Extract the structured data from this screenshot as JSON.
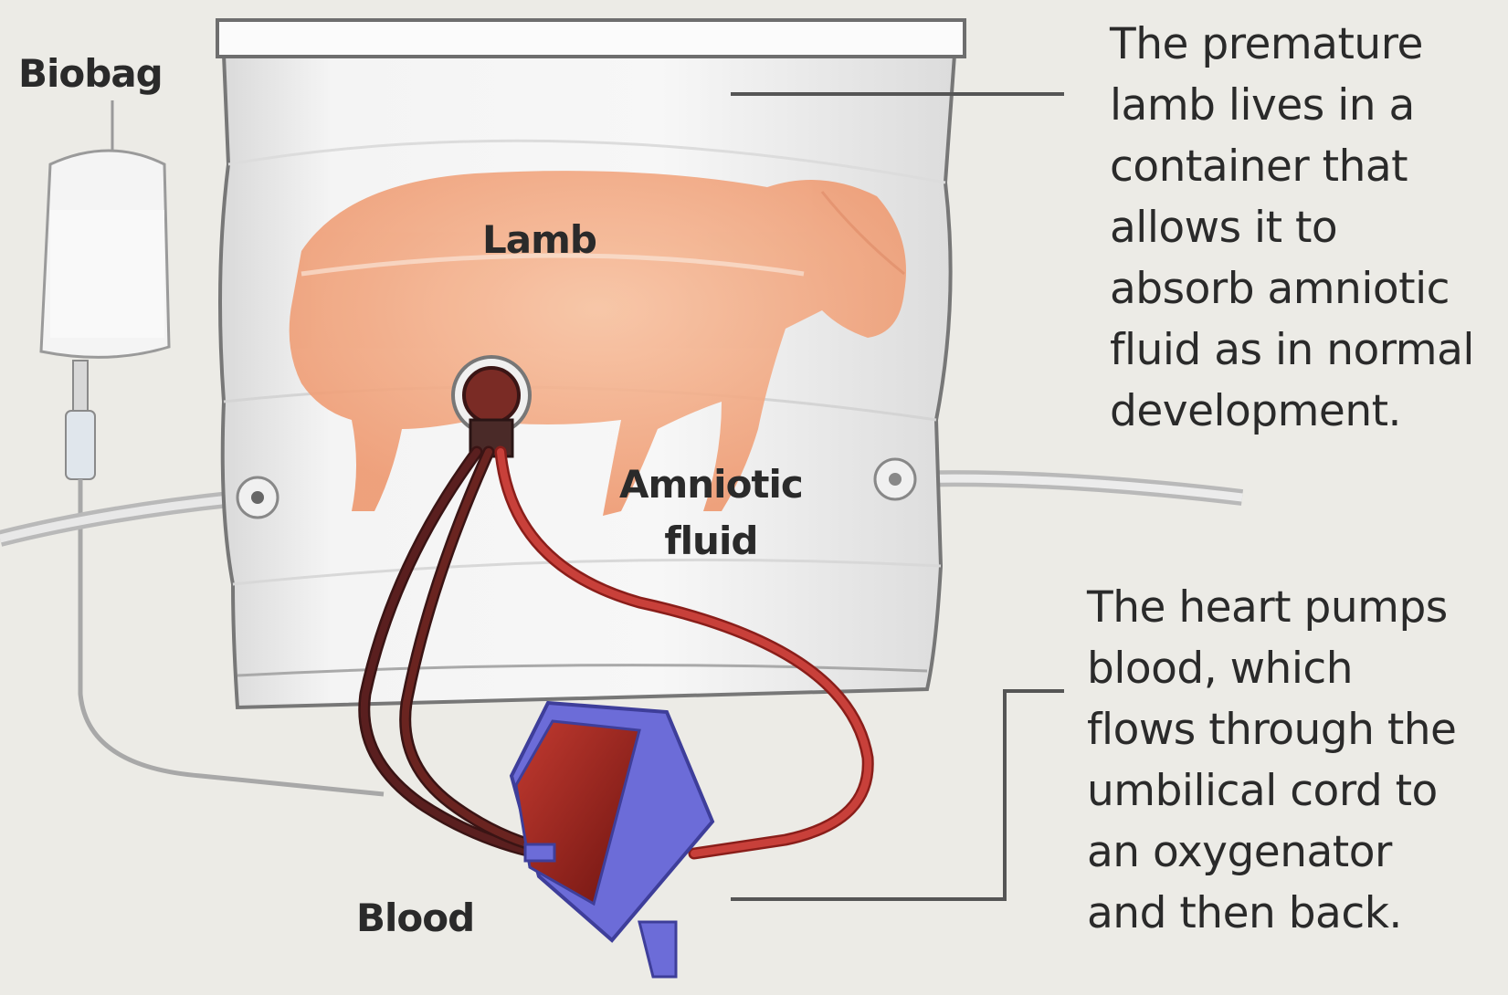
{
  "labels": {
    "biobag": "Biobag",
    "lamb": "Lamb",
    "amniotic_line1": "Amniotic",
    "amniotic_line2": "fluid",
    "blood": "Blood"
  },
  "captions": {
    "container": [
      "The premature",
      "lamb lives in a",
      "container that",
      "allows it to",
      "absorb amniotic",
      "fluid as in normal",
      "development."
    ],
    "heart": [
      "The heart pumps",
      "blood, which",
      "flows through the",
      "umbilical cord to",
      "an oxygenator",
      "and then back."
    ]
  },
  "colors": {
    "background": "#ecebe6",
    "lamb": "#f2a77e",
    "blood": "#b8322c",
    "dark_blood": "#5a1f1f",
    "oxygenator": "#6a6ad8",
    "bag": "#f6f6f6"
  }
}
